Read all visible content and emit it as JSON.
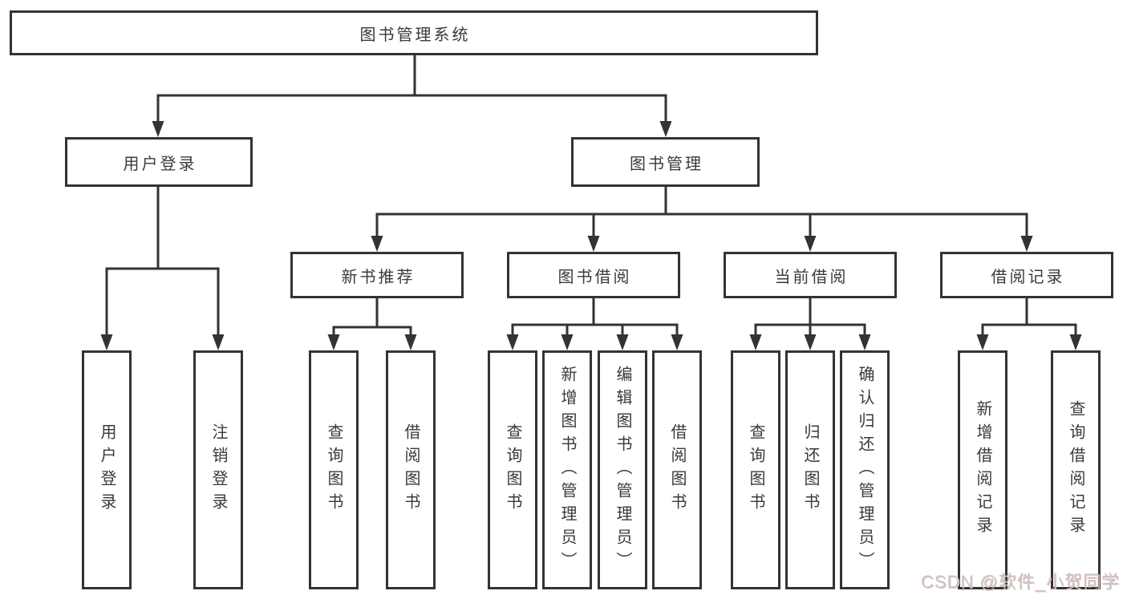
{
  "tree": {
    "label": "图书管理系统",
    "children": [
      {
        "label": "用户登录",
        "children": [
          {
            "label": "用户登录"
          },
          {
            "label": "注销登录"
          }
        ]
      },
      {
        "label": "图书管理",
        "children": [
          {
            "label": "新书推荐",
            "children": [
              {
                "label": "查询图书"
              },
              {
                "label": "借阅图书"
              }
            ]
          },
          {
            "label": "图书借阅",
            "children": [
              {
                "label": "查询图书"
              },
              {
                "label": "新增图书（管理员）"
              },
              {
                "label": "编辑图书（管理员）"
              },
              {
                "label": "借阅图书"
              }
            ]
          },
          {
            "label": "当前借阅",
            "children": [
              {
                "label": "查询图书"
              },
              {
                "label": "归还图书"
              },
              {
                "label": "确认归还（管理员）"
              }
            ]
          },
          {
            "label": "借阅记录",
            "children": [
              {
                "label": "新增借阅记录"
              },
              {
                "label": "查询借阅记录"
              }
            ]
          }
        ]
      }
    ]
  },
  "watermark": {
    "text": "CSDN @软件_小贺同学"
  },
  "colors": {
    "line": "#333333",
    "box_border": "#333333",
    "box_background": "#ffffff",
    "text": "#3a3a3a",
    "watermark_text": "#c9c9c9"
  }
}
